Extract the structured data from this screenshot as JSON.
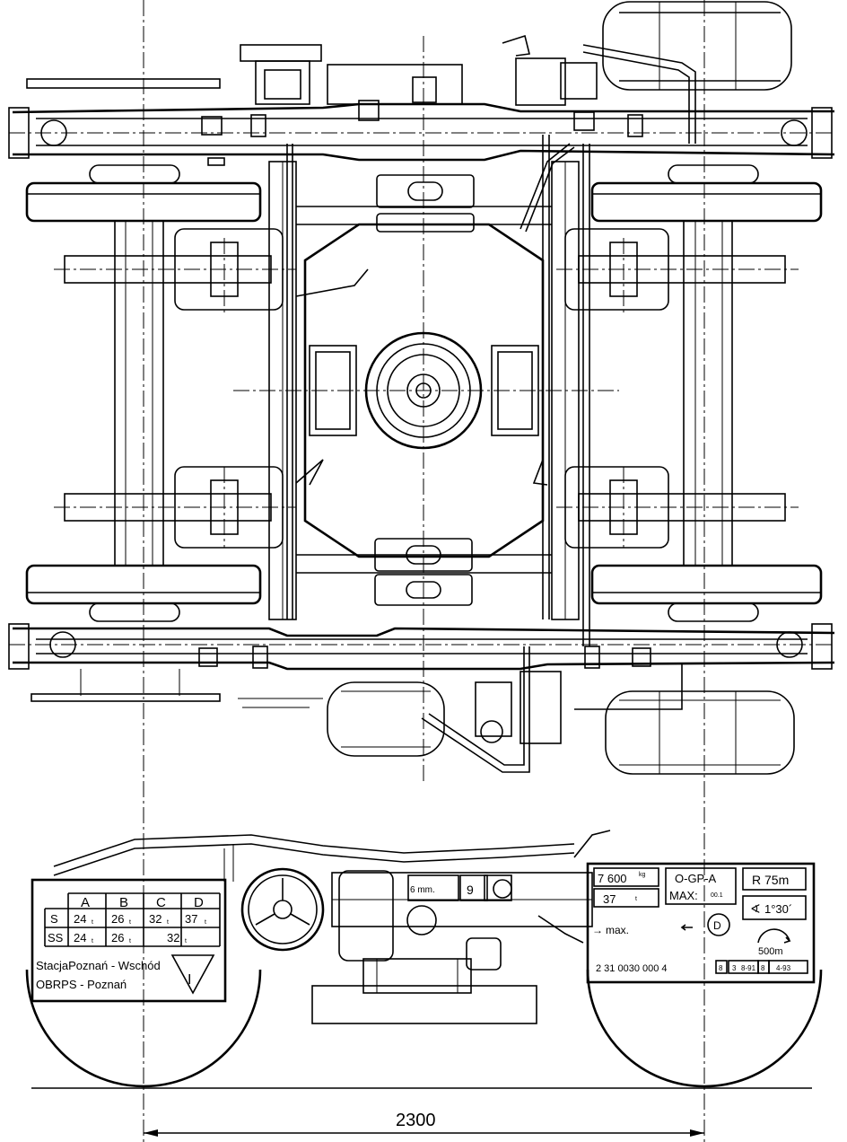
{
  "dimension": {
    "value": "2300"
  },
  "left_plate": {
    "columns": [
      "A",
      "B",
      "C",
      "D"
    ],
    "rows": [
      {
        "label": "S",
        "cells": [
          "24",
          "26",
          "32",
          "37"
        ]
      },
      {
        "label": "SS",
        "cells": [
          "24",
          "26",
          "32"
        ]
      }
    ],
    "unit_suffix": "t",
    "station_line1": "StacjaPoznań - Wschód",
    "station_line2": "OBRPS - Poznań",
    "roman_numeral": "I"
  },
  "right_plate": {
    "weight": "7 600",
    "weight_unit": "kg",
    "load": "37",
    "load_unit": "t",
    "code": "O-GP-A",
    "max_label": "MAX:",
    "max_sup": "00.1",
    "radius": "R 75m",
    "angle": "1°30´",
    "max_arrow": "max.",
    "d_symbol": "D",
    "curve": "500m",
    "serial": "2 31 0030 000 4",
    "small_boxes": [
      "8",
      "3",
      "8-91",
      "8",
      "4-93"
    ]
  },
  "center_labels": {
    "label1": "6 mm.",
    "label2": "9"
  }
}
